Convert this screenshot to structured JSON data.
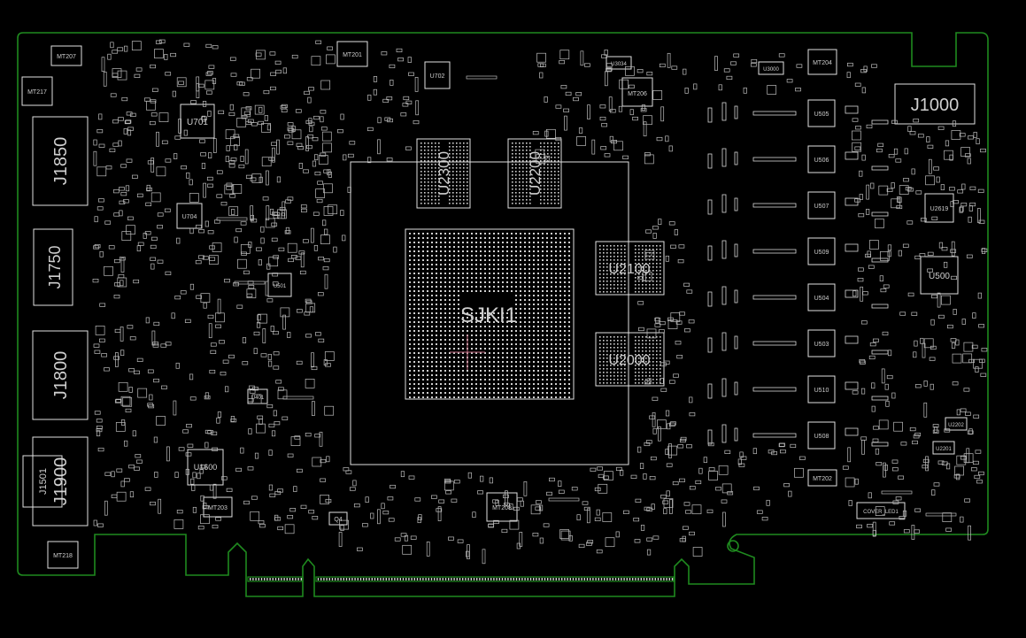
{
  "colors": {
    "background": "#000000",
    "board_outline": "#1f8a1f",
    "silkscreen": "#d8d8d8",
    "crosshair": "#c06a80",
    "via_cyan": "#4aa8c8"
  },
  "large_refs": {
    "j1850": "J1850",
    "j1750": "J1750",
    "j1800": "J1800",
    "j1900": "J1900",
    "j1501": "J1501",
    "j1000": "J1000",
    "u2300": "U2300",
    "u2200": "U2200",
    "u2100": "U2100",
    "u2000": "U2000",
    "sk1": "SJKI1"
  },
  "small_refs": {
    "mt207": "MT207",
    "mt217": "MT217",
    "mt201": "MT201",
    "u701": "U701",
    "u702": "U702",
    "u704": "U704",
    "u501": "U501",
    "u401": "U401",
    "u1600": "U1600",
    "mt203": "MT203",
    "mt218": "MT218",
    "q4": "Q4",
    "mt208": "MT208",
    "u3034": "U3034",
    "mt206": "MT206",
    "u3000": "U3000",
    "mt204": "MT204",
    "u505": "U505",
    "u506": "U506",
    "u507": "U507",
    "u509": "U509",
    "u504": "U504",
    "u503": "U503",
    "u510": "U510",
    "u508": "U508",
    "mt202": "MT202",
    "u2619": "U2619",
    "u500": "U500",
    "u2202": "U2202",
    "u2201": "U2201",
    "cover_led1": "COVER_LED1"
  }
}
